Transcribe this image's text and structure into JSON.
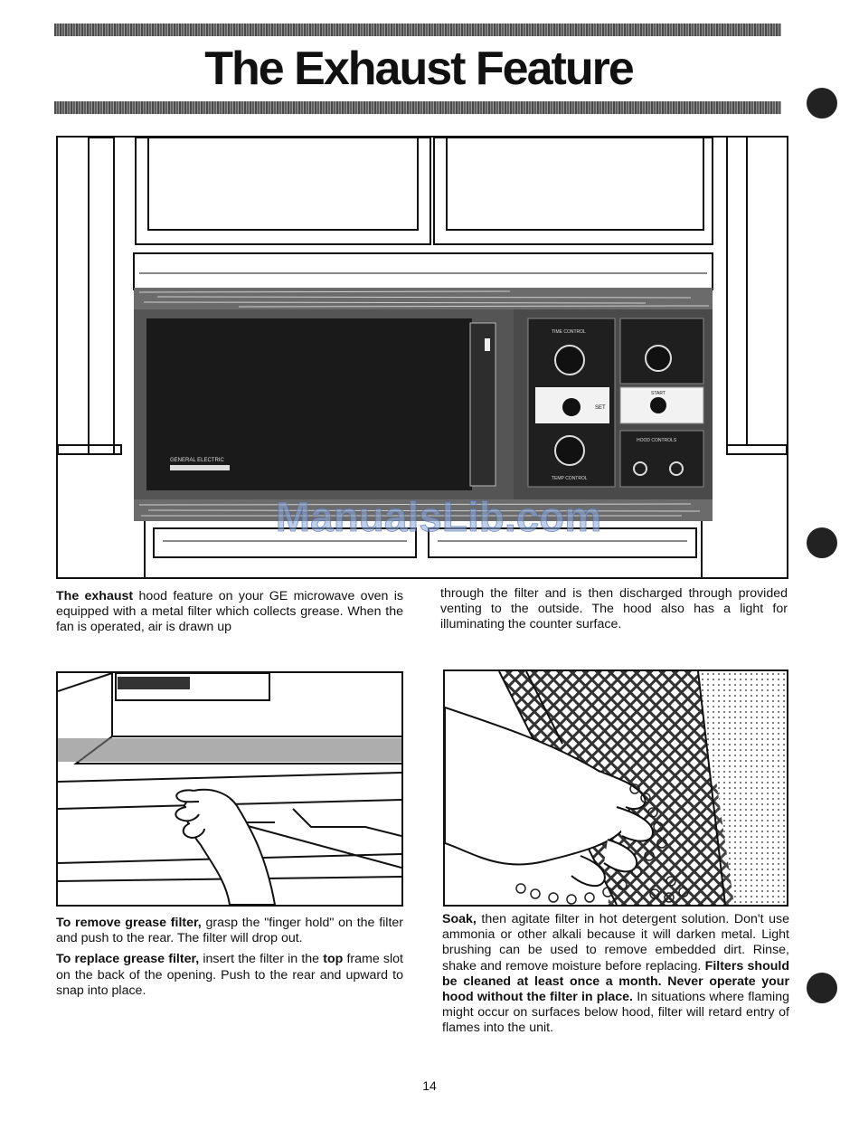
{
  "page": {
    "title": "The Exhaust Feature",
    "page_number": "14",
    "watermark": "ManualsLib.com"
  },
  "illustrations": {
    "main": {
      "panel_labels": [
        "TIME CONTROL",
        "START",
        "TEMP CONTROL",
        "HOOD CONTROLS",
        "SET"
      ],
      "brand": "GENERAL ELECTRIC"
    }
  },
  "intro": {
    "lead_bold": "The exhaust",
    "left_rest": " hood feature on your GE microwave oven is equipped with a metal filter which collects grease. When the fan is operated, air is drawn up",
    "right": "through the filter and is then discharged through provided venting to the outside. The hood also has a light for illuminating the counter surface."
  },
  "remove": {
    "bold": "To remove grease filter,",
    "rest": " grasp the \"finger hold\" on the filter and push to the rear. The filter will drop out."
  },
  "replace": {
    "bold": "To replace grease filter,",
    "mid": " insert the filter in the ",
    "bold2": "top",
    "rest": " frame slot on the back of the opening. Push to the rear and upward to snap into place."
  },
  "soak": {
    "bold": "Soak,",
    "text1": " then agitate filter in hot detergent solution. Don't use ammonia or other alkali because it will darken metal. Light brushing can be used to remove embedded dirt. Rinse, shake and remove moisture before replacing. ",
    "bold2": "Filters should be cleaned at least once a month. Never operate your hood without the filter in place.",
    "text2": " In situations where flaming might occur on surfaces below hood, filter will retard entry of flames into the unit."
  }
}
